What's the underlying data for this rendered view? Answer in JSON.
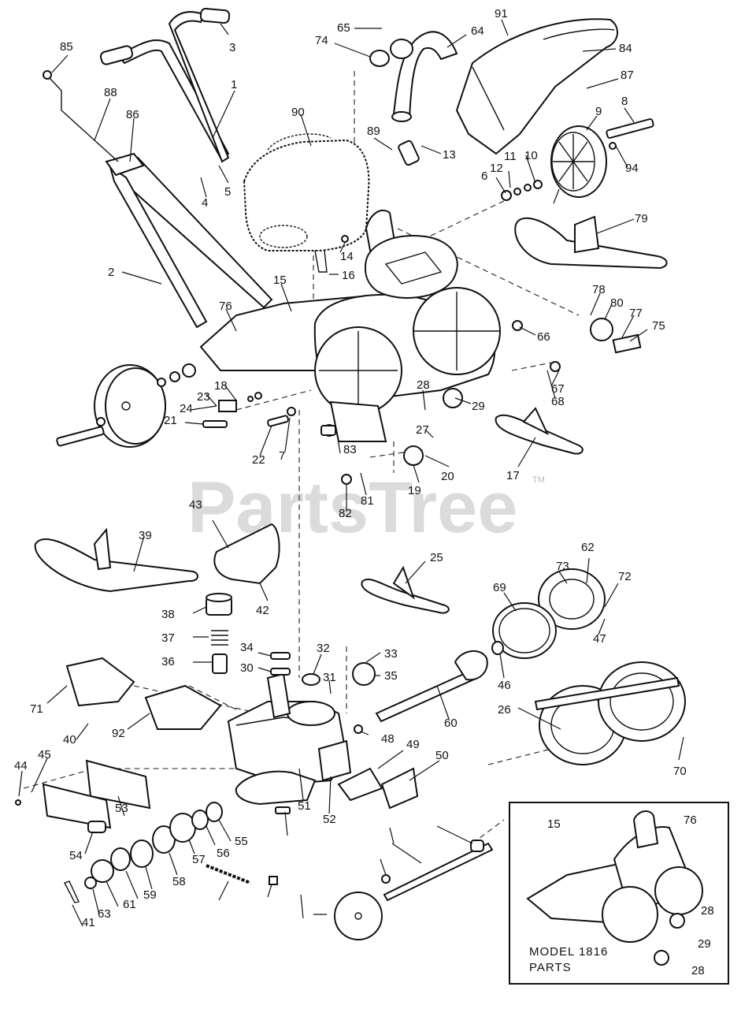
{
  "watermark": {
    "text": "PartsTree",
    "trademark": "TM"
  },
  "inset": {
    "line1": "MODEL 1816",
    "line2": "PARTS"
  },
  "callouts": [
    "85",
    "88",
    "86",
    "3",
    "1",
    "4",
    "5",
    "2",
    "90",
    "65",
    "74",
    "64",
    "91",
    "84",
    "87",
    "9",
    "8",
    "94",
    "10",
    "11",
    "12",
    "6",
    "79",
    "89",
    "13",
    "14",
    "16",
    "15",
    "76",
    "78",
    "80",
    "77",
    "75",
    "66",
    "67",
    "68",
    "28",
    "29",
    "27",
    "20",
    "19",
    "17",
    "18",
    "23",
    "24",
    "21",
    "22",
    "7",
    "83",
    "81",
    "82",
    "43",
    "42",
    "39",
    "25",
    "38",
    "37",
    "36",
    "34",
    "30",
    "32",
    "31",
    "33",
    "35",
    "60",
    "62",
    "73",
    "72",
    "69",
    "47",
    "46",
    "26",
    "70",
    "71",
    "92",
    "40",
    "44",
    "45",
    "48",
    "49",
    "50",
    "51",
    "52",
    "53",
    "54",
    "55",
    "56",
    "57",
    "58",
    "59",
    "61",
    "63",
    "41"
  ]
}
